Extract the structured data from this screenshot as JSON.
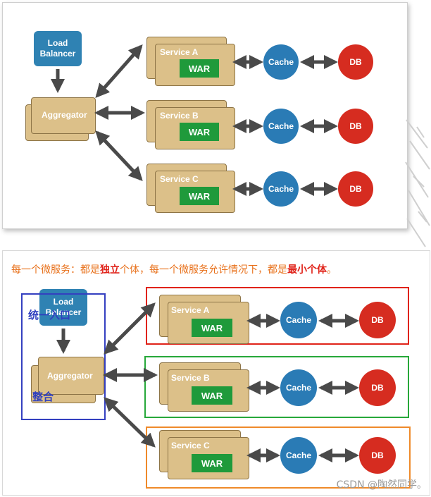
{
  "top": {
    "load_balancer": "Load\nBalancer",
    "aggregator": "Aggregator",
    "services": [
      {
        "label": "Service A",
        "war": "WAR",
        "cache": "Cache",
        "db": "DB"
      },
      {
        "label": "Service B",
        "war": "WAR",
        "cache": "Cache",
        "db": "DB"
      },
      {
        "label": "Service C",
        "war": "WAR",
        "cache": "Cache",
        "db": "DB"
      }
    ]
  },
  "bottom": {
    "caption_parts": [
      {
        "text": "每一个微服务：都是",
        "style": "normal"
      },
      {
        "text": "独立",
        "style": "bold"
      },
      {
        "text": "个体，每一个微服务允许情况下，都是",
        "style": "normal"
      },
      {
        "text": "最小个体",
        "style": "bold"
      },
      {
        "text": "。",
        "style": "normal"
      }
    ],
    "load_balancer": "Load\nBalancer",
    "aggregator": "Aggregator",
    "label_entry": "统一入口",
    "label_integrate": "整合",
    "services": [
      {
        "label": "Service A",
        "war": "WAR",
        "cache": "Cache",
        "db": "DB",
        "highlight": "#e0231a"
      },
      {
        "label": "Service B",
        "war": "WAR",
        "cache": "Cache",
        "db": "DB",
        "highlight": "#27a83a"
      },
      {
        "label": "Service C",
        "war": "WAR",
        "cache": "Cache",
        "db": "DB",
        "highlight": "#ef8a2a"
      }
    ],
    "group_box_color": "#3440c0"
  },
  "watermark": "CSDN @陶然同学。",
  "colors": {
    "cache": "#2a7bb5",
    "db": "#d62c20",
    "card": "#dcc089",
    "war": "#1f9a3b",
    "lb": "#2f82b3",
    "arrow": "#4a4a4a"
  }
}
